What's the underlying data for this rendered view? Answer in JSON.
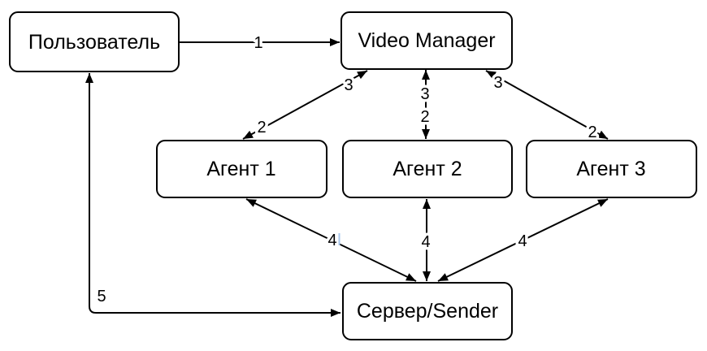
{
  "diagram": {
    "background_color": "#ffffff",
    "line_color": "#000000",
    "node_fill_color": "#ffffff",
    "text_color": "#000000",
    "cursor_artifact_color": "#a9c7ec"
  },
  "nodes": {
    "user": {
      "label": "Пользователь"
    },
    "video_manager": {
      "label": "Video Manager"
    },
    "agent1": {
      "label": "Агент 1"
    },
    "agent2": {
      "label": "Агент 2"
    },
    "agent3": {
      "label": "Агент 3"
    },
    "sender": {
      "label": "Сервер/Sender"
    }
  },
  "edges": {
    "user_to_video_manager": {
      "label": "1",
      "type": "one-way"
    },
    "video_manager_agent1": {
      "label_near_manager": "3",
      "label_near_agent": "2",
      "type": "two-way"
    },
    "video_manager_agent2": {
      "label_near_manager": "3",
      "label_near_agent": "2",
      "type": "two-way"
    },
    "video_manager_agent3": {
      "label_near_manager": "3",
      "label_near_agent": "2",
      "type": "two-way"
    },
    "agent1_sender": {
      "label": "4",
      "type": "two-way"
    },
    "agent2_sender": {
      "label": "4",
      "type": "two-way"
    },
    "agent3_sender": {
      "label": "4",
      "type": "two-way"
    },
    "sender_user": {
      "label": "5",
      "type": "two-way"
    }
  }
}
